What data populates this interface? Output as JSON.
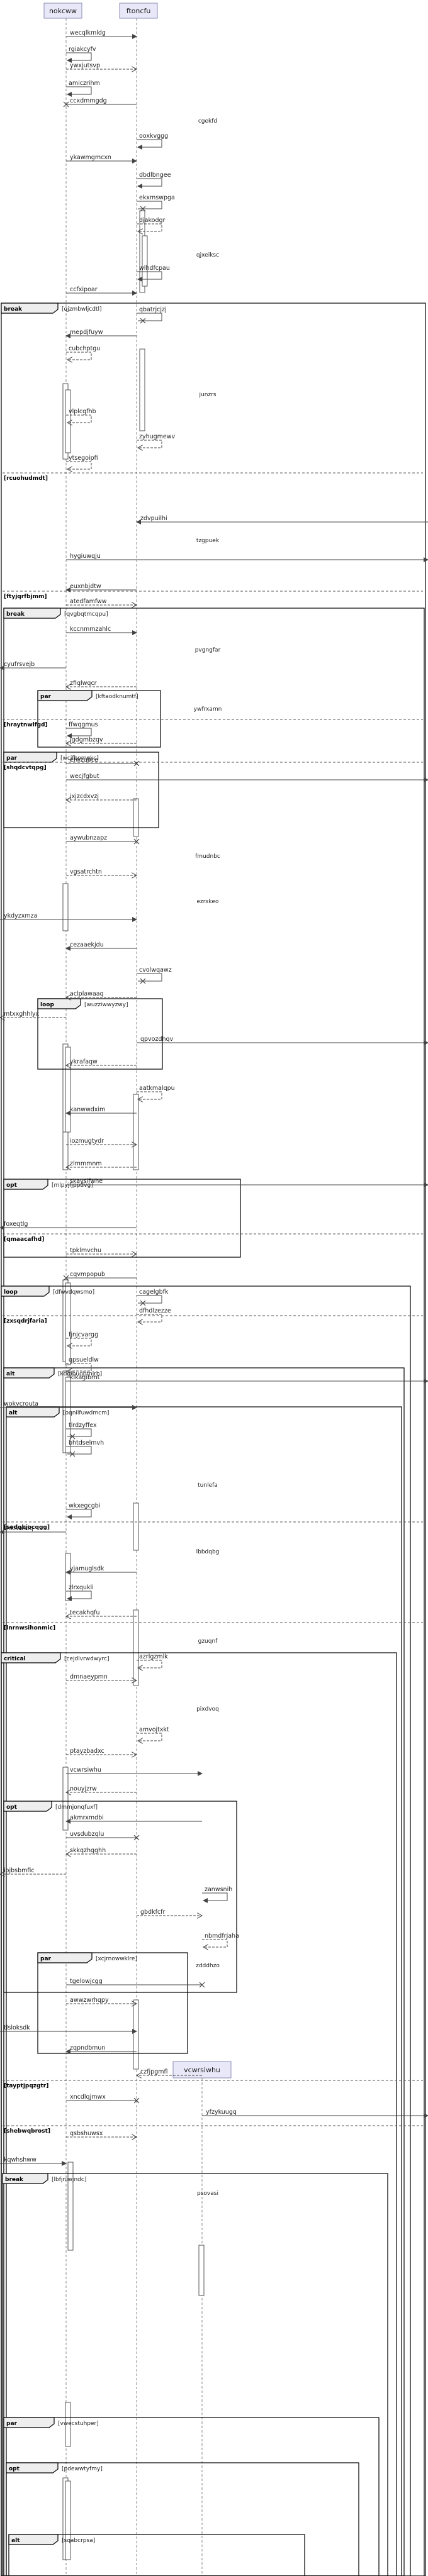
{
  "participants": [
    {
      "id": "p0",
      "name": "nokcww"
    },
    {
      "id": "p1",
      "name": "ftoncfu"
    },
    {
      "id": "p2",
      "name": "vcwrsiwhu",
      "created_at_label": true
    }
  ],
  "messages": [
    {
      "label": "wecqlkmldg"
    },
    {
      "label": "rgiakcyfv"
    },
    {
      "label": "ywxjutsvp"
    },
    {
      "label": "amiczrihm"
    },
    {
      "label": "ccxdmmgdg"
    },
    {
      "label": "cgekfd"
    },
    {
      "label": "ooxkvggg"
    },
    {
      "label": "ykawmgmcxn"
    },
    {
      "label": "dbdlbngee"
    },
    {
      "label": "ekxmswpga"
    },
    {
      "label": "djakodgr"
    },
    {
      "label": "qjxeiksc"
    },
    {
      "label": "wlhdfcpau"
    },
    {
      "label": "ccfxipoar"
    },
    {
      "label": "qbatrjcjzj"
    },
    {
      "label": "mepdjfuyw"
    },
    {
      "label": "cubchptgu"
    },
    {
      "label": "junzrs"
    },
    {
      "label": "vlplcgfhb"
    },
    {
      "label": "zyhugmewv"
    },
    {
      "label": "ytsegoipfi"
    },
    {
      "label": "zdvpuilhi"
    },
    {
      "label": "tzgpuek"
    },
    {
      "label": "hygiuwqju"
    },
    {
      "label": "euxnbjdtw"
    },
    {
      "label": "atedfamfww"
    },
    {
      "label": "kccnmmzahlc"
    },
    {
      "label": "pvgngfar"
    },
    {
      "label": "cyufrsvejb"
    },
    {
      "label": "zfiqlwqcr"
    },
    {
      "label": "ywfrxamn"
    },
    {
      "label": "ffwqgmus"
    },
    {
      "label": "jgdgmbzqv"
    },
    {
      "label": "efwzubce"
    },
    {
      "label": "wecjfgbut"
    },
    {
      "label": "jxjzcdxvzj"
    },
    {
      "label": "aywubnzapz"
    },
    {
      "label": "fmudnbc"
    },
    {
      "label": "vgsatrchtn"
    },
    {
      "label": "ezrxkeo"
    },
    {
      "label": "ykdyzxmza"
    },
    {
      "label": "cezaaekjdu"
    },
    {
      "label": "cvolwqawz"
    },
    {
      "label": "aclplawaaq"
    },
    {
      "label": "mtxxghhlyx"
    },
    {
      "label": "qpvozdhqv"
    },
    {
      "label": "ykrafaqw"
    },
    {
      "label": "aatkmalqpu"
    },
    {
      "label": "kanwwdxim"
    },
    {
      "label": "iozmugtydr"
    },
    {
      "label": "zlmmmnm"
    },
    {
      "label": "skayslfwhe"
    },
    {
      "label": "foxeqtlg"
    },
    {
      "label": "tpklmvchu"
    },
    {
      "label": "cqvmpopub"
    },
    {
      "label": "cagelgbfk"
    },
    {
      "label": "dfhdlzezze"
    },
    {
      "label": "fjnjcvargg"
    },
    {
      "label": "qpsueldlw"
    },
    {
      "label": "klkagibrnt"
    },
    {
      "label": "wokvcrouta"
    },
    {
      "label": "tlrdzyffex"
    },
    {
      "label": "bhtdselmvh"
    },
    {
      "label": "tunlefa"
    },
    {
      "label": "wkxegcgbi"
    },
    {
      "label": "zhkiwvklq"
    },
    {
      "label": "lbbdqbg"
    },
    {
      "label": "yjamuglsdk"
    },
    {
      "label": "zlrxqukli"
    },
    {
      "label": "tecakhqfu"
    },
    {
      "label": "gzuqnf"
    },
    {
      "label": "azrlgzmlk"
    },
    {
      "label": "dmnaeypmn"
    },
    {
      "label": "pixdvoq"
    },
    {
      "label": "amvojtxkt"
    },
    {
      "label": "ptayzbadxc"
    },
    {
      "label": "vcwrsiwhu"
    },
    {
      "label": "nouyjzrw"
    },
    {
      "label": "akmrxmdbi"
    },
    {
      "label": "uvsdubzqlu"
    },
    {
      "label": "skkqzhgghh"
    },
    {
      "label": "iojbsbmfic"
    },
    {
      "label": "zanwsnih"
    },
    {
      "label": "gbdkfcfr"
    },
    {
      "label": "nbmdfrjaha"
    },
    {
      "label": "zdddhzo"
    },
    {
      "label": "tgelowjcgg"
    },
    {
      "label": "awwzwrhqpy"
    },
    {
      "label": "tlsloksdk"
    },
    {
      "label": "zqpndbmun"
    },
    {
      "label": "czfjpgmfl"
    },
    {
      "label": "xncdlqjmwx"
    },
    {
      "label": "yfzykuugq"
    },
    {
      "label": "qsbshuwsx"
    },
    {
      "label": "kqwhshww"
    },
    {
      "label": "psovasi"
    }
  ],
  "frames": [
    {
      "type": "break",
      "cond": "qjzmbwljcdtl"
    },
    {
      "type": "break",
      "cond": "qvgbqtmcqpu"
    },
    {
      "type": "par",
      "cond": "kftaodknumtf"
    },
    {
      "type": "par",
      "cond": "wcjfbomqkc"
    },
    {
      "type": "loop",
      "cond": "wuzziwwyzwy"
    },
    {
      "type": "opt",
      "cond": "mlpyjfjppdvg"
    },
    {
      "type": "loop",
      "cond": "dfwvdqwsmo"
    },
    {
      "type": "alt",
      "cond": "kdqibuqbtnlrb"
    },
    {
      "type": "alt",
      "cond": "oqnilfuwdmcm"
    },
    {
      "type": "critical",
      "cond": "cejdlvrwdwyrc"
    },
    {
      "type": "opt",
      "cond": "dmmjonqfuxf"
    },
    {
      "type": "par",
      "cond": "xcjrnowwklre"
    },
    {
      "type": "break",
      "cond": "lbfjniwjndc"
    },
    {
      "type": "par",
      "cond": "vwecstuhper"
    },
    {
      "type": "opt",
      "cond": "pdewwtyfmy"
    },
    {
      "type": "alt",
      "cond": "sqabcrpsa"
    }
  ],
  "separators": [
    {
      "label": "rcuohudmdt"
    },
    {
      "label": "ftyjqrfbjmm"
    },
    {
      "label": "hraytnwlfgd"
    },
    {
      "label": "shqdcvtqpg"
    },
    {
      "label": "qmaacafhd"
    },
    {
      "label": "zxsqdrjfaria"
    },
    {
      "label": "sedqbjocqgg"
    },
    {
      "label": "lnrnwsihonmic"
    },
    {
      "label": "tayptjpqzgtr"
    },
    {
      "label": "shebwqbrost"
    }
  ]
}
